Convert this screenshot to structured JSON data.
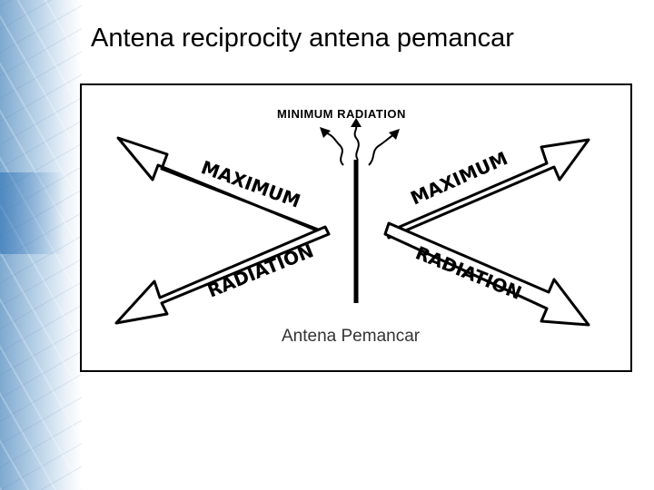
{
  "slide": {
    "title": "Antena reciprocity antena pemancar"
  },
  "figure": {
    "minimum_label": "MINIMUM RADIATION",
    "arrow_labels": {
      "upper_left": "MAXIMUM",
      "lower_left": "RADIATION",
      "upper_right": "MAXIMUM",
      "lower_right": "RADIATION"
    },
    "caption": "Antena Pemancar"
  }
}
